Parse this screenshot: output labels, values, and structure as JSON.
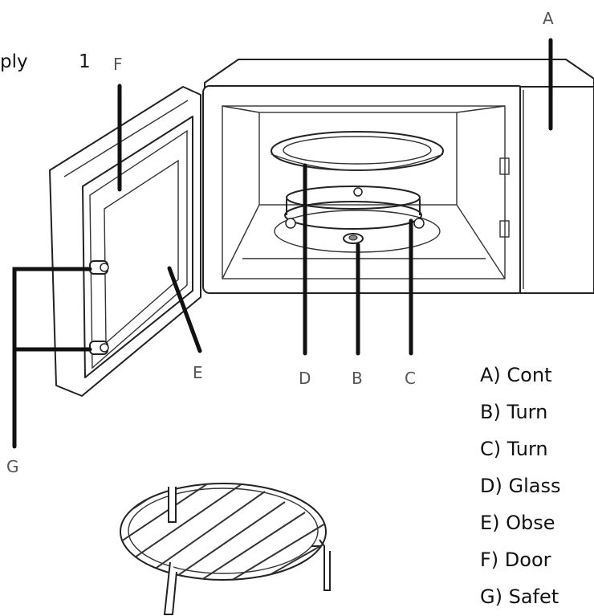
{
  "header": {
    "left_fragment": "ply",
    "number": "1"
  },
  "callouts": {
    "A": "A",
    "B": "B",
    "C": "C",
    "D": "D",
    "E": "E",
    "F": "F",
    "G": "G"
  },
  "legend": [
    "A) Cont",
    "B)  Turn",
    "C) Turn",
    "D) Glass",
    "E)  Obse",
    "F)  Door",
    "G) Safet"
  ]
}
